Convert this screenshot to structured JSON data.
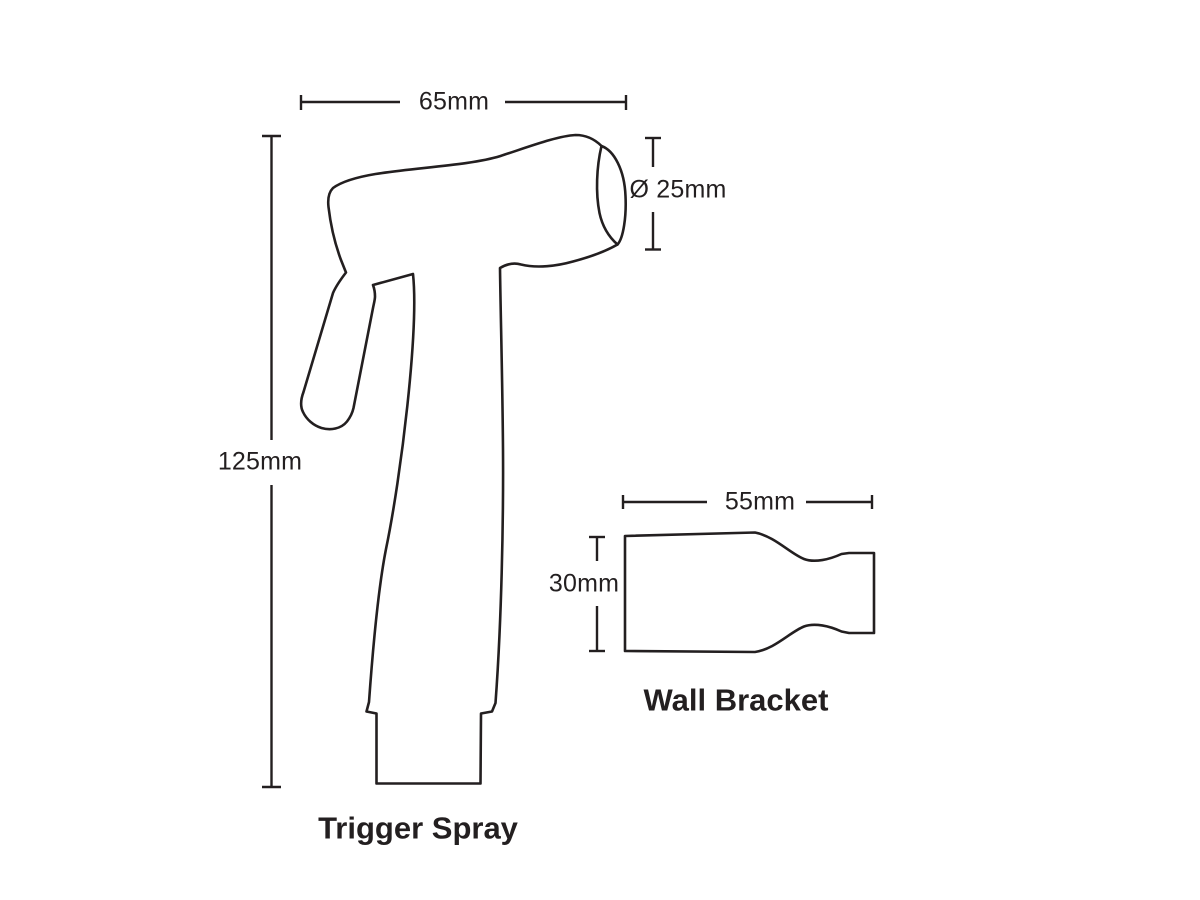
{
  "drawing": {
    "background_color": "#ffffff",
    "line_color": "#231f20",
    "parts": {
      "trigger_spray": {
        "name": "Trigger Spray",
        "dim_width": "65mm",
        "dim_height": "125mm",
        "dim_nozzle_diameter": "Ø 25mm"
      },
      "wall_bracket": {
        "name": "Wall Bracket",
        "dim_width": "55mm",
        "dim_height": "30mm"
      }
    }
  }
}
